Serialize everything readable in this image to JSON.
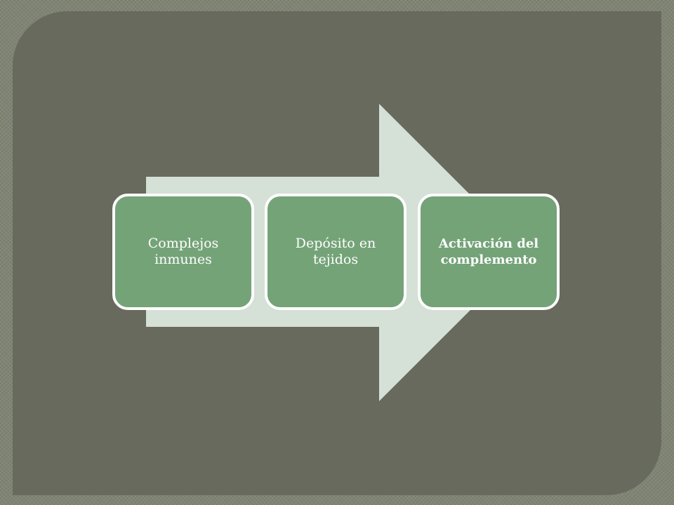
{
  "diagram": {
    "steps": [
      {
        "label": "Complejos inmunes",
        "active": false
      },
      {
        "label": "Depósito en tejidos",
        "active": false
      },
      {
        "label": "Activación del complemento",
        "active": true
      }
    ]
  },
  "colors": {
    "outer_frame": "#7f8474",
    "panel": "#676a5c",
    "arrow": "#d5e0d6",
    "box_fill": "#74a378",
    "box_border": "#ffffff",
    "text": "#ffffff"
  },
  "icons": {
    "flow_arrow": "right-arrow-icon"
  }
}
